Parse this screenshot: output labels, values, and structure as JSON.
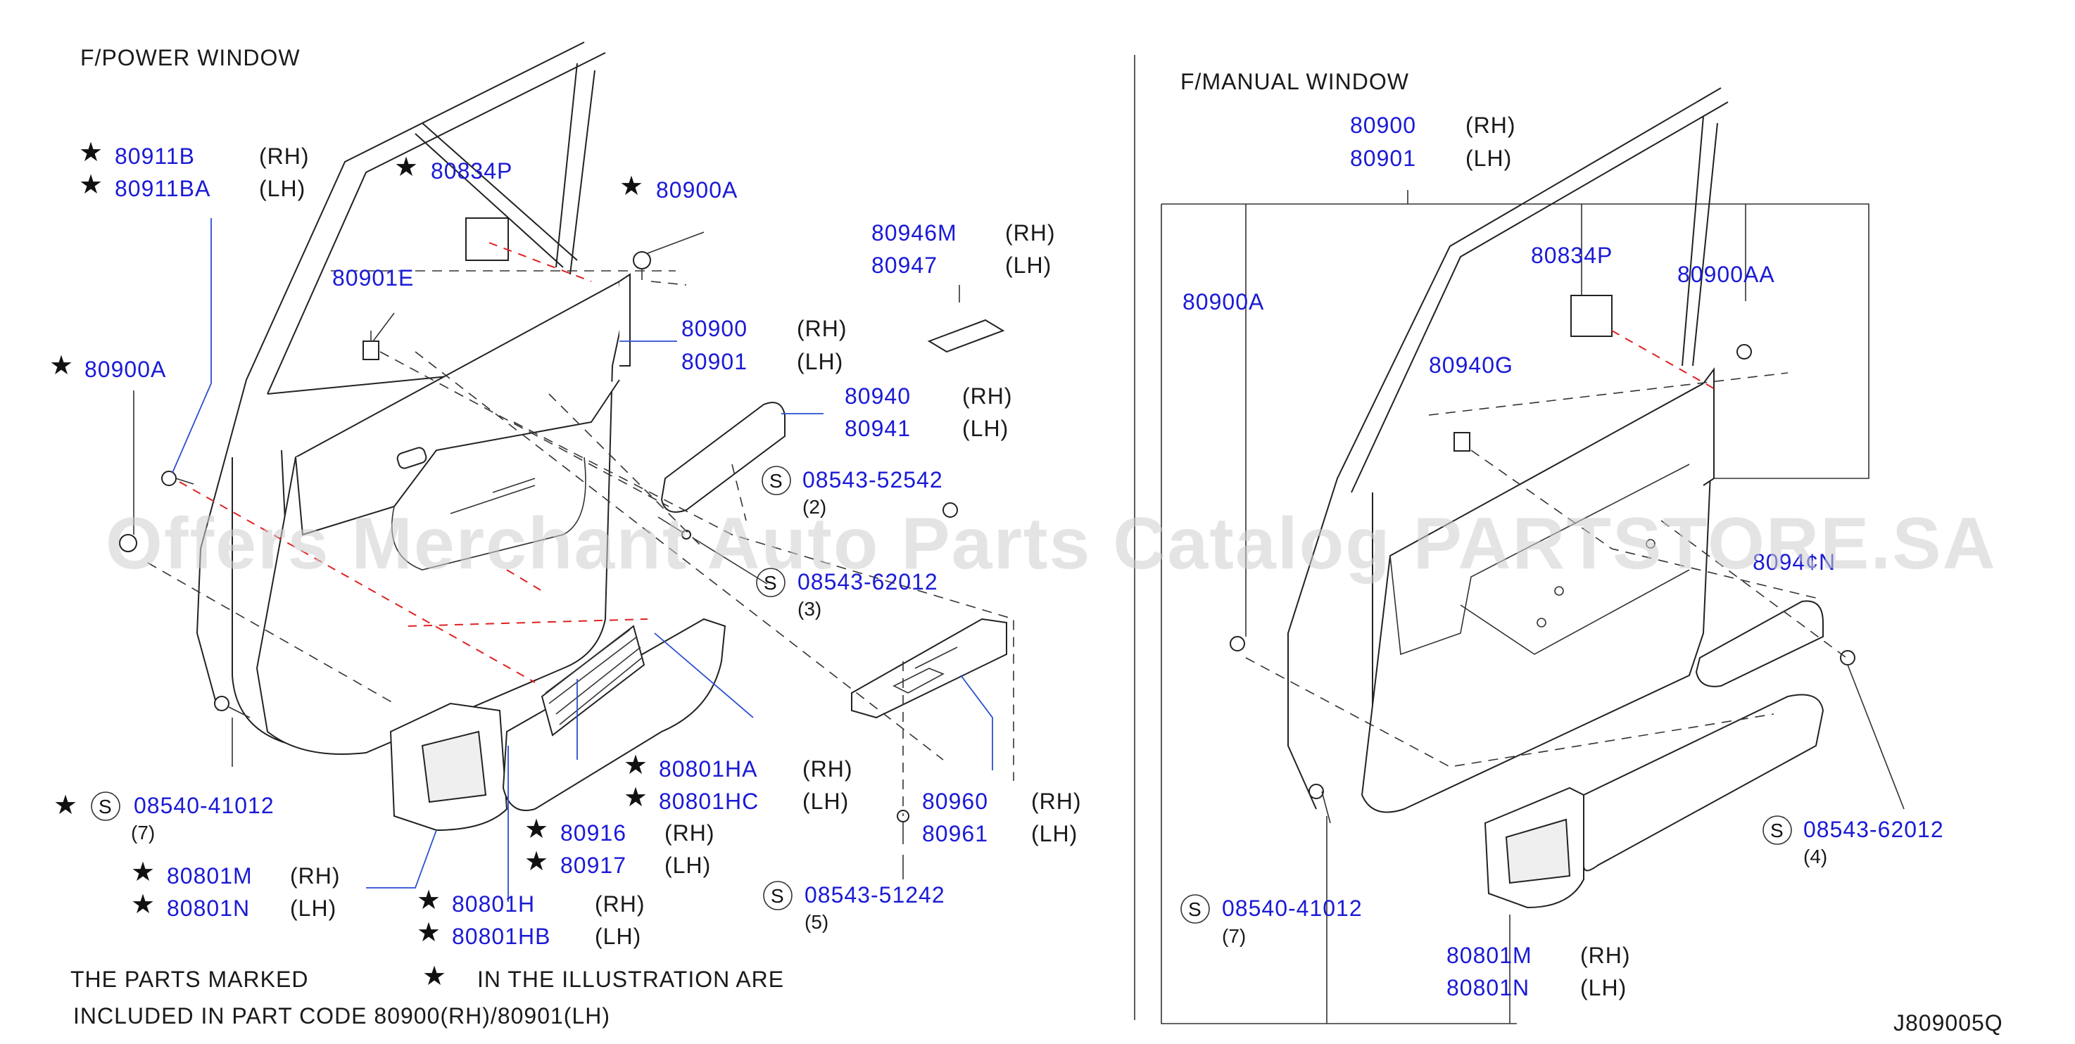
{
  "titles": {
    "power": "F/POWER   WINDOW",
    "manual": "F/MANUAL   WINDOW"
  },
  "watermark": "Offers Merchant Auto Parts Catalog PARTSTORE.SA",
  "footer": {
    "line1a": "THE   PARTS   MARKED",
    "line1b": "IN   THE   ILLUSTRATION   ARE",
    "line2": "INCLUDED   IN   PART   CODE   80900(RH)/80901(LH)",
    "code": "J809005Q"
  },
  "symbols": {
    "star": "★",
    "s": "S"
  },
  "sides": {
    "rh": "(RH)",
    "lh": "(LH)"
  },
  "power": {
    "p80911B": "80911B",
    "p80911BA": "80911BA",
    "p80834P": "80834P",
    "p80900A_top": "80900A",
    "p80901E": "80901E",
    "p80900A_left": "80900A",
    "p80900": "80900",
    "p80901": "80901",
    "p80946M": "80946M",
    "p80947": "80947",
    "p80940": "80940",
    "p80941": "80941",
    "s08543_52542": "08543-52542",
    "q2": "(2)",
    "s08543_62012": "08543-62012",
    "q3": "(3)",
    "p80801HA": "80801HA",
    "p80801HC": "80801HC",
    "s08540_41012": "08540-41012",
    "q7": "(7)",
    "p80916": "80916",
    "p80917": "80917",
    "p80960": "80960",
    "p80961": "80961",
    "p80801M": "80801M",
    "p80801N": "80801N",
    "p80801H": "80801H",
    "p80801HB": "80801HB",
    "s08543_51242": "08543-51242",
    "q5": "(5)"
  },
  "manual": {
    "p80900": "80900",
    "p80901": "80901",
    "p80834P": "80834P",
    "p80900AA": "80900AA",
    "p80900A": "80900A",
    "p80940G": "80940G",
    "p8094xN": "8094¢N",
    "s08543_62012": "08543-62012",
    "q4": "(4)",
    "s08540_41012": "08540-41012",
    "q7": "(7)",
    "p80801M": "80801M",
    "p80801N": "80801N"
  }
}
